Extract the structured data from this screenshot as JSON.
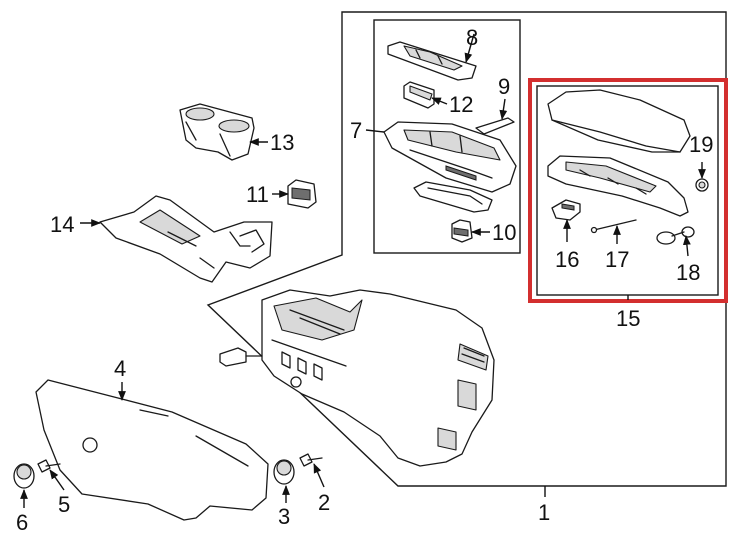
{
  "callouts": [
    "1",
    "2",
    "3",
    "4",
    "5",
    "6",
    "7",
    "8",
    "9",
    "10",
    "11",
    "12",
    "13",
    "14",
    "15",
    "16",
    "17",
    "18",
    "19"
  ],
  "colors": {
    "line": "#1a1a1a",
    "highlight": "#d32f2f",
    "background": "#ffffff"
  },
  "highlighted_group": "15"
}
